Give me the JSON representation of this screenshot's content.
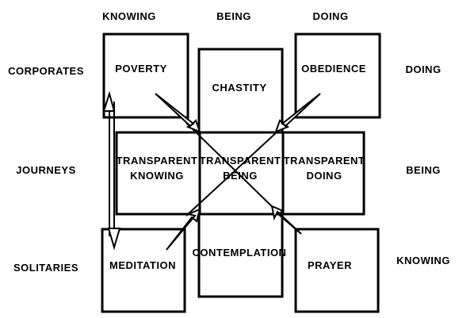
{
  "column_headers": {
    "knowing": "KNOWING",
    "being": "BEING",
    "doing": "DOING"
  },
  "row_labels_left": {
    "corporates": "CORPORATES",
    "journeys": "JOURNEYS",
    "solitaries": "SOLITARIES"
  },
  "row_labels_right": {
    "doing": "DOING",
    "being": "BEING",
    "knowing": "KNOWING"
  },
  "boxes": {
    "poverty": "POVERTY",
    "chastity": "CHASTITY",
    "obedience": "OBEDIENCE",
    "transparent_knowing": [
      "TRANSPARENT",
      "KNOWING"
    ],
    "transparent_being": [
      "TRANSPARENT",
      "BEING"
    ],
    "transparent_doing": [
      "TRANSPARENT",
      "DOING"
    ],
    "meditation": "MEDITATION",
    "contemplation": "CONTEMPLATION",
    "prayer": "PRAYER"
  }
}
